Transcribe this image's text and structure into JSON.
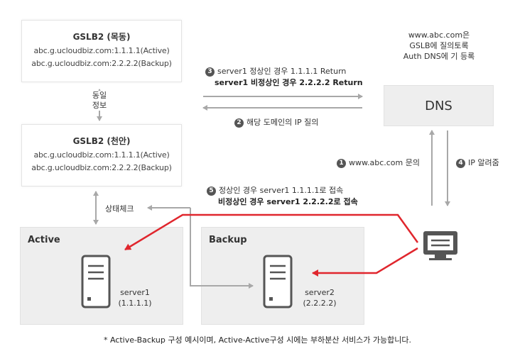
{
  "gslb_mokdong": {
    "title": "GSLB2 (목동)",
    "line1": "abc.g.ucloudbiz.com:1.1.1.1(Active)",
    "line2": "abc.g.ucloudbiz.com:2.2.2.2(Backup)"
  },
  "gslb_cheonan": {
    "title": "GSLB2 (천안)",
    "line1": "abc.g.ucloudbiz.com:1.1.1.1(Active)",
    "line2": "abc.g.ucloudbiz.com:2.2.2.2(Backup)"
  },
  "sync_label": {
    "line1": "동일",
    "line2": "정보"
  },
  "dns_note": {
    "line1": "www.abc.com은",
    "line2": "GSLB에 질의토록",
    "line3": "Auth DNS에 기 등록"
  },
  "dns_label": "DNS",
  "steps": {
    "step3": {
      "num": "3",
      "line1": "server1 정상인 경우 1.1.1.1 Return",
      "line2": "server1 비정상인 경우 2.2.2.2 Return"
    },
    "step2": {
      "num": "2",
      "text": "해당 도메인의 IP 질의"
    },
    "step1": {
      "num": "1",
      "text": "www.abc.com 문의"
    },
    "step4": {
      "num": "4",
      "text": "IP 알려줌"
    },
    "step5": {
      "num": "5",
      "line1": "정상인 경우 server1 1.1.1.1로 접속",
      "line2": "비정상인 경우 server1 2.2.2.2로 접속"
    }
  },
  "health_check": "상태체크",
  "active_zone": {
    "label": "Active",
    "server_name": "server1",
    "server_ip": "(1.1.1.1)"
  },
  "backup_zone": {
    "label": "Backup",
    "server_name": "server2",
    "server_ip": "(2.2.2.2)"
  },
  "footnote": "* Active-Backup 구성 예시이며, Active-Active구성 시에는 부하분산 서비스가 가능합니다.",
  "colors": {
    "gray_arrow": "#a8a8a8",
    "red_arrow": "#e0262d",
    "icon_dark": "#555555"
  }
}
